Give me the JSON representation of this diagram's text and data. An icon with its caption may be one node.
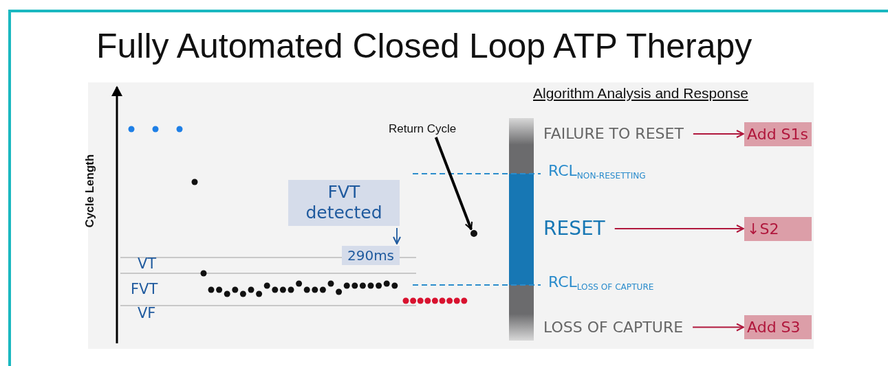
{
  "diagram": {
    "title": "Fully Automated Closed Loop ATP Therapy",
    "nodes": [
      {
        "text": [
          "FAILURE TO RESET"
        ]
      },
      {
        "text": [
          "Add S1s"
        ]
      },
      {
        "text": [
          "RESET"
        ]
      },
      {
        "text": [
          "↓S2"
        ]
      },
      {
        "text": [
          "LOSS OF CAPTURE"
        ]
      },
      {
        "text": [
          "Add S3"
        ]
      },
      {
        "text": [
          "Return Cycle"
        ]
      },
      {
        "text": [],
        "shape": "circle"
      },
      {
        "text": [
          "FVT detected"
        ]
      },
      {
        "text": [
          "290ms"
        ]
      }
    ],
    "edges": [
      {
        "from": 0,
        "to": 1,
        "arrow": "to"
      },
      {
        "from": 2,
        "to": 3,
        "arrow": "to"
      },
      {
        "from": 4,
        "to": 5,
        "arrow": "to"
      },
      {
        "from": 6,
        "to": 7,
        "arrow": "to",
        "style": "thick",
        "color": "#000000"
      },
      {
        "from": 8,
        "to": 9,
        "arrow": "to",
        "color": "#1f5a9e"
      }
    ],
    "labels": [
      "Algorithm Analysis and Response",
      "Cycle Length",
      "VT",
      "FVT",
      "VF",
      "RCL$_{NON-RESETTING}$",
      "RCL$_{LOSS OF CAPTURE}$"
    ]
  }
}
